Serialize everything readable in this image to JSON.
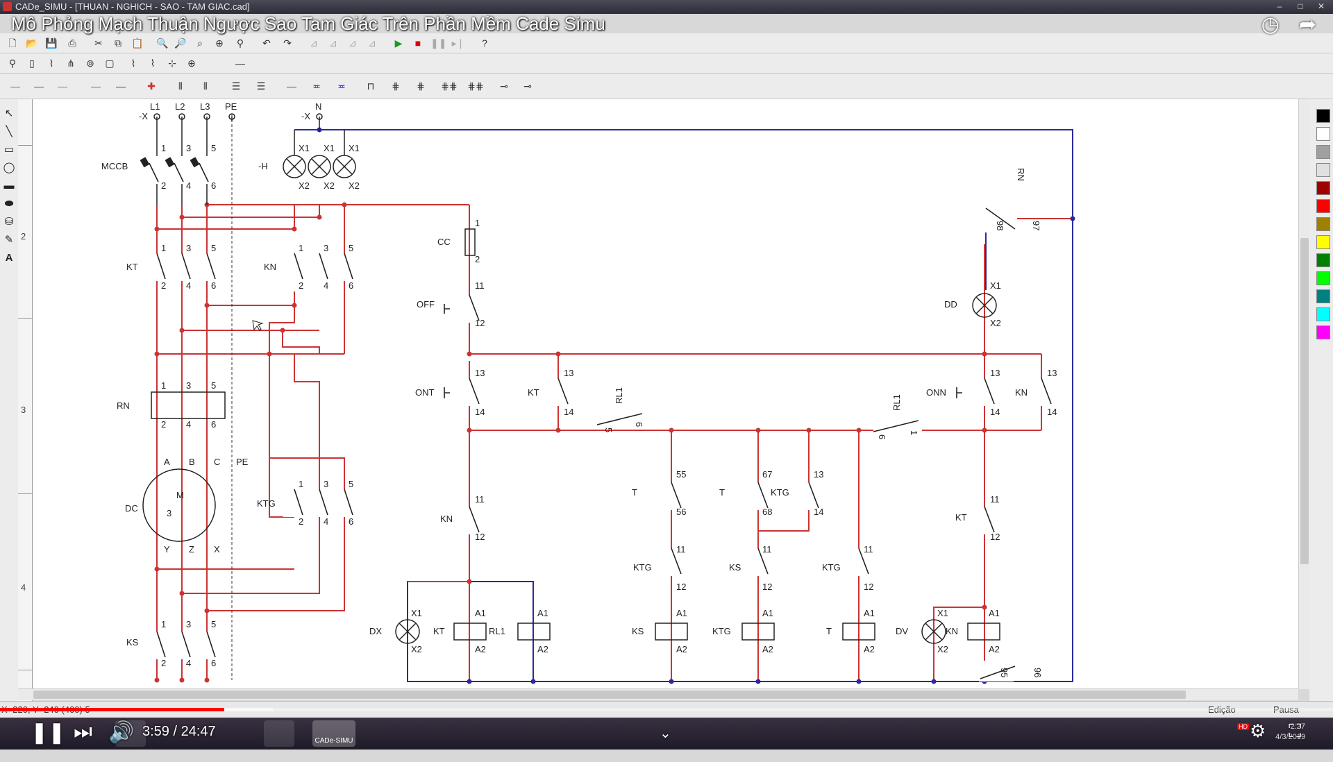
{
  "window": {
    "title": "CADe_SIMU - [THUAN - NGHICH - SAO - TAM GIAC.cad]"
  },
  "video": {
    "title": "Mô Phỏng Mạch Thuận Ngược Sao Tam Giác Trên Phần Mềm Cade Simu",
    "current_time": "3:59 / 24:47",
    "progress_fraction": 0.168,
    "hd_badge": "HD"
  },
  "status": {
    "coords": "X=220, Y=240 (400) 5",
    "mode": "Edição",
    "state": "Pausa"
  },
  "taskbar": {
    "app_label": "CADe-SIMU",
    "clock_time": "2:27",
    "clock_date": "4/3/2019"
  },
  "ruler": {
    "labels": [
      "2",
      "3",
      "4"
    ]
  },
  "palette": {
    "colors": [
      "#000000",
      "#ffffff",
      "#a0a0a0",
      "#e0e0e0",
      "#a00000",
      "#ff0000",
      "#a08000",
      "#ffff00",
      "#008000",
      "#00ff00",
      "#008080",
      "#00ffff",
      "#ff00ff"
    ]
  },
  "colors": {
    "wire_red": "#cc3333",
    "wire_blue": "#2a2aa0",
    "symbol": "#222222",
    "accent": "#ff0000"
  },
  "power": {
    "terminals": [
      "L1",
      "L2",
      "L3",
      "PE",
      "N"
    ],
    "terminal_prefix": "-X",
    "devices": {
      "mccb": "MCCB",
      "lamps": "-H",
      "kt": "KT",
      "kn": "KN",
      "rn": "RN",
      "dc": "DC",
      "motor_m": "M",
      "motor_3": "3",
      "ktg": "KTG",
      "ks": "KS"
    },
    "motor_terms": [
      "A",
      "B",
      "C",
      "PE",
      "Y",
      "Z",
      "X"
    ],
    "pins": {
      "in": [
        "1",
        "3",
        "5"
      ],
      "out": [
        "2",
        "4",
        "6"
      ],
      "x1": "X1",
      "x2": "X2"
    }
  },
  "control": {
    "cc": "CC",
    "off": "OFF",
    "ont": "ONT",
    "onn": "ONN",
    "rn": "RN",
    "rl1": "RL1",
    "dd": "DD",
    "dx": "DX",
    "dv": "DV",
    "t": "T",
    "kt": "KT",
    "kn": "KN",
    "ks": "KS",
    "ktg": "KTG",
    "pins": {
      "p1": "1",
      "p2": "2",
      "p11": "11",
      "p12": "12",
      "p13": "13",
      "p14": "14",
      "p5": "5",
      "p6": "6",
      "p55": "55",
      "p56": "56",
      "p67": "67",
      "p68": "68",
      "p95": "95",
      "p96": "96",
      "p97": "97",
      "p98": "98",
      "a1": "A1",
      "a2": "A2",
      "x1": "X1",
      "x2": "X2"
    }
  }
}
